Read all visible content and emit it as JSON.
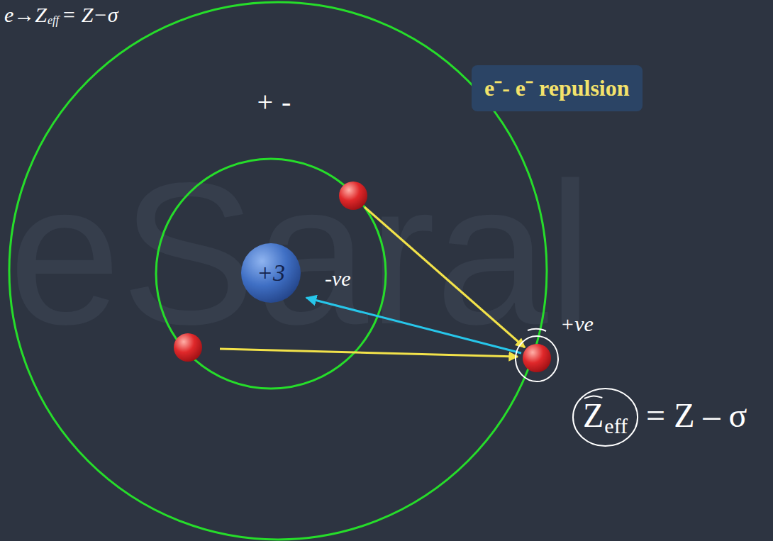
{
  "diagram": {
    "nodes": [
      {
        "text": [
          "e⁻- e⁻ repulsion"
        ]
      },
      {
        "text": [
          "+3"
        ]
      }
    ],
    "labels": [
      "e→Z",
      "eff",
      "= Z−σ",
      "+ -",
      "-ve",
      "+ve",
      "Z",
      "eff",
      "= Z – σ",
      "eSaral"
    ]
  }
}
